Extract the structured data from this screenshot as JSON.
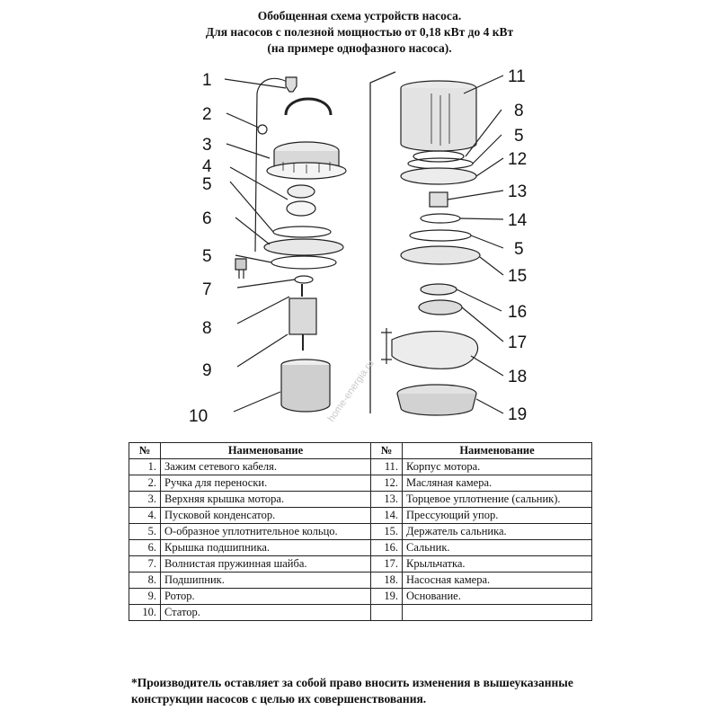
{
  "header": {
    "line1": "Обобщенная схема устройств насоса.",
    "line2": "Для насосов с полезной мощностью от 0,18 кВт до 4 кВт",
    "line3": "(на примере однофазного насоса)."
  },
  "diagram": {
    "left_callouts": [
      "1",
      "2",
      "3",
      "4",
      "5",
      "6",
      "5",
      "7",
      "8",
      "9",
      "10"
    ],
    "right_callouts": [
      "11",
      "8",
      "5",
      "12",
      "13",
      "14",
      "5",
      "15",
      "16",
      "17",
      "18",
      "19"
    ],
    "watermark": "home-energia.ru"
  },
  "table": {
    "headers": [
      "№",
      "Наименование",
      "№",
      "Наименование"
    ],
    "rows": [
      [
        "1.",
        "Зажим сетевого кабеля.",
        "11.",
        "Корпус мотора."
      ],
      [
        "2.",
        "Ручка для переноски.",
        "12.",
        "Масляная камера."
      ],
      [
        "3.",
        "Верхняя крышка мотора.",
        "13.",
        "Торцевое уплотнение (сальник)."
      ],
      [
        "4.",
        "Пусковой конденсатор.",
        "14.",
        "Прессующий упор."
      ],
      [
        "5.",
        "О-образное уплотнительное кольцо.",
        "15.",
        "Держатель сальника."
      ],
      [
        "6.",
        "Крышка подшипника.",
        "16.",
        "Сальник."
      ],
      [
        "7.",
        "Волнистая пружинная шайба.",
        "17.",
        "Крыльчатка."
      ],
      [
        "8.",
        "Подшипник.",
        "18.",
        "Насосная камера."
      ],
      [
        "9.",
        "Ротор.",
        "19.",
        "Основание."
      ],
      [
        "10.",
        "Статор.",
        "",
        ""
      ]
    ]
  },
  "footnote": "*Производитель оставляет за собой право вносить изменения в вышеуказанные конструкции насосов с целью их совершенствования."
}
